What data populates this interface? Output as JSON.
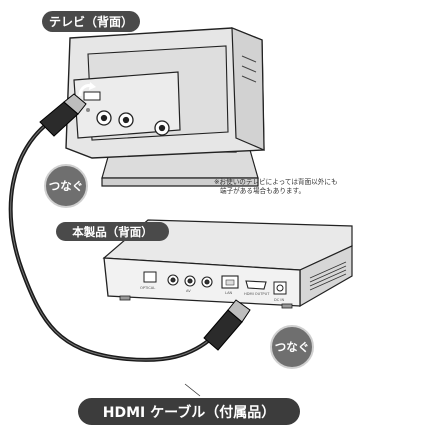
{
  "labels": {
    "tv_back": "テレビ（背面）",
    "product_back": "本製品（背面）",
    "connect_tv": "つなぐ",
    "connect_product": "つなぐ",
    "cable": "HDMI ケーブル（付属品）"
  },
  "note": {
    "line1": "※お使いのテレビによっては背面以外にも",
    "line2": "端子がある場合もあります。"
  },
  "ports": {
    "optical": "OPTICAL",
    "av": "AV",
    "lan": "LAN",
    "hdmi": "HDMI OUTPUT",
    "dc": "DC IN"
  },
  "colors": {
    "badge_dark": "#4a4a4a",
    "badge_gray": "#6f6f6f",
    "cable": "#1a1a1a",
    "tv_body": "#e6e6e6"
  }
}
